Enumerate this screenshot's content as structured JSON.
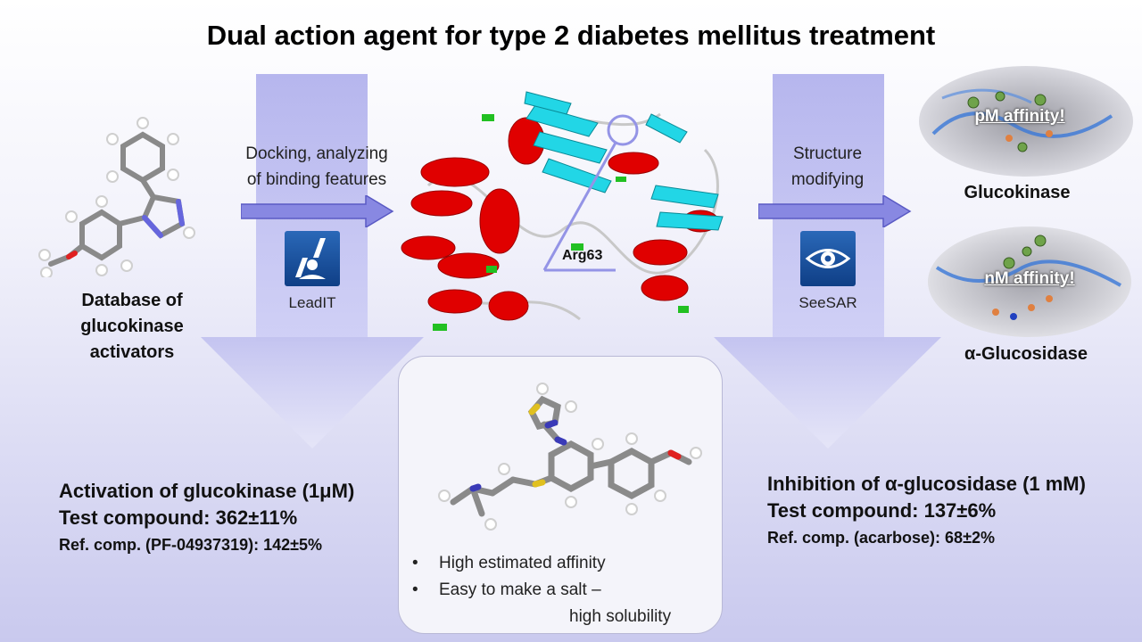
{
  "title": "Dual action agent for type 2 diabetes mellitus treatment",
  "left_label": [
    "Database of",
    "glucokinase",
    "activators"
  ],
  "step1": {
    "text": [
      "Docking, analyzing",
      "of binding features"
    ],
    "tool": "LeadIT"
  },
  "protein_label": "Arg63",
  "step2": {
    "text": [
      "Structure",
      "modifying"
    ],
    "tool": "SeeSAR"
  },
  "targets": [
    {
      "badge": "pM affinity!",
      "name": "Glucokinase"
    },
    {
      "badge": "nM affinity!",
      "name": "α-Glucosidase"
    }
  ],
  "results_left": {
    "heading": "Activation of glucokinase (1μM)",
    "test": "Test compound: 362±11%",
    "ref": "Ref. comp. (PF-04937319): 142±5%"
  },
  "results_right": {
    "heading": "Inhibition of α-glucosidase (1 mM)",
    "test": "Test compound: 137±6%",
    "ref": "Ref. comp. (acarbose): 68±2%"
  },
  "bullets": [
    "High estimated affinity",
    "Easy to make a salt –",
    "high solubility"
  ],
  "colors": {
    "column": "#b4b4ec",
    "helix": "#e00000",
    "sheet": "#22d6e6",
    "loop": "#22c022",
    "arrow": "#9a9ae8"
  }
}
